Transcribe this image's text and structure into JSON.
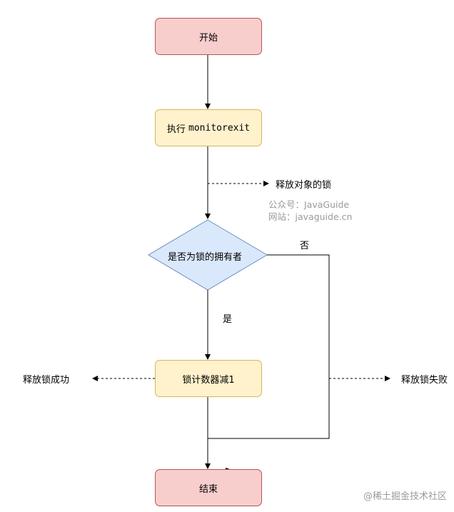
{
  "nodes": {
    "start": "开始",
    "exec_prefix": "执行",
    "exec_code": "monitorexit",
    "release_object_lock": "释放对象的锁",
    "decision": "是否为锁的拥有者",
    "decrement": "锁计数器减1",
    "end": "结束"
  },
  "edge_labels": {
    "no": "否",
    "yes": "是",
    "release_success": "释放锁成功",
    "release_fail": "释放锁失败"
  },
  "watermark": {
    "line1": "公众号：JavaGuide",
    "line2": "网站：javaguide.cn"
  },
  "corner_watermark": "@稀土掘金技术社区",
  "colors": {
    "terminal_fill": "#f8cecc",
    "terminal_stroke": "#b85450",
    "process_fill": "#fff2cc",
    "process_stroke": "#d6b656",
    "decision_fill": "#dae8fc",
    "decision_stroke": "#6c8ebf"
  }
}
